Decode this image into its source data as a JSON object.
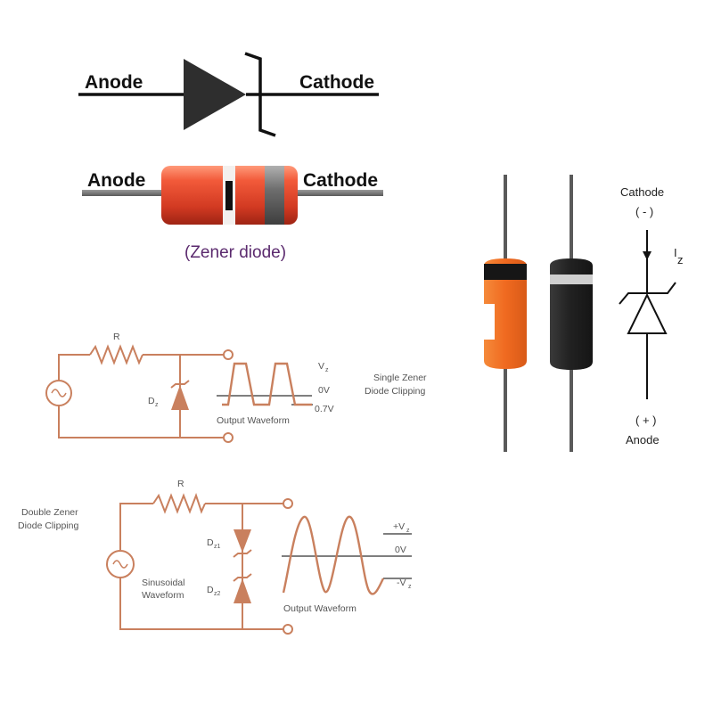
{
  "symbol_top": {
    "anode": "Anode",
    "cathode": "Cathode"
  },
  "package_top": {
    "anode": "Anode",
    "cathode": "Cathode",
    "caption": "(Zener diode)"
  },
  "right_symbol": {
    "cathode": "Cathode",
    "cathode_sign": "( - )",
    "anode_sign": "( + )",
    "anode": "Anode",
    "current_main": "I",
    "current_sub": "z"
  },
  "single_clipping": {
    "title_line1": "Single Zener",
    "title_line2": "Diode Clipping",
    "resistor": "R",
    "diode_main": "D",
    "diode_sub": "z",
    "vz_main": "V",
    "vz_sub": "z",
    "zero": "0V",
    "neg": "0.7V",
    "output": "Output Waveform"
  },
  "double_clipping": {
    "title_line1": "Double Zener",
    "title_line2": "Diode Clipping",
    "resistor": "R",
    "d1_main": "D",
    "d1_sub": "z1",
    "d2_main": "D",
    "d2_sub": "z2",
    "source_line1": "Sinusoidal",
    "source_line2": "Waveform",
    "pos_main": "+V",
    "pos_sub": "z",
    "zero": "0V",
    "neg_main": "-V",
    "neg_sub": "z",
    "output": "Output Waveform"
  },
  "colors": {
    "circuit": "#c9805e",
    "orange_body": "#f0722e",
    "black_body": "#2b2b2b",
    "red_body": "#e0442a",
    "caption": "#5b2a6e"
  }
}
